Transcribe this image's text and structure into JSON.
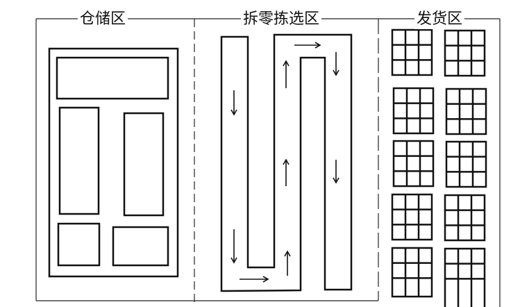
{
  "zones": {
    "storage": {
      "label": "仓储区"
    },
    "picking": {
      "label": "拆零拣选区"
    },
    "shipping": {
      "label": "发货区"
    }
  },
  "colors": {
    "line": "#111111",
    "background": "#ffffff"
  },
  "shipping_grid": {
    "rows": 5,
    "cols": 2,
    "cells_per_side": 3
  }
}
